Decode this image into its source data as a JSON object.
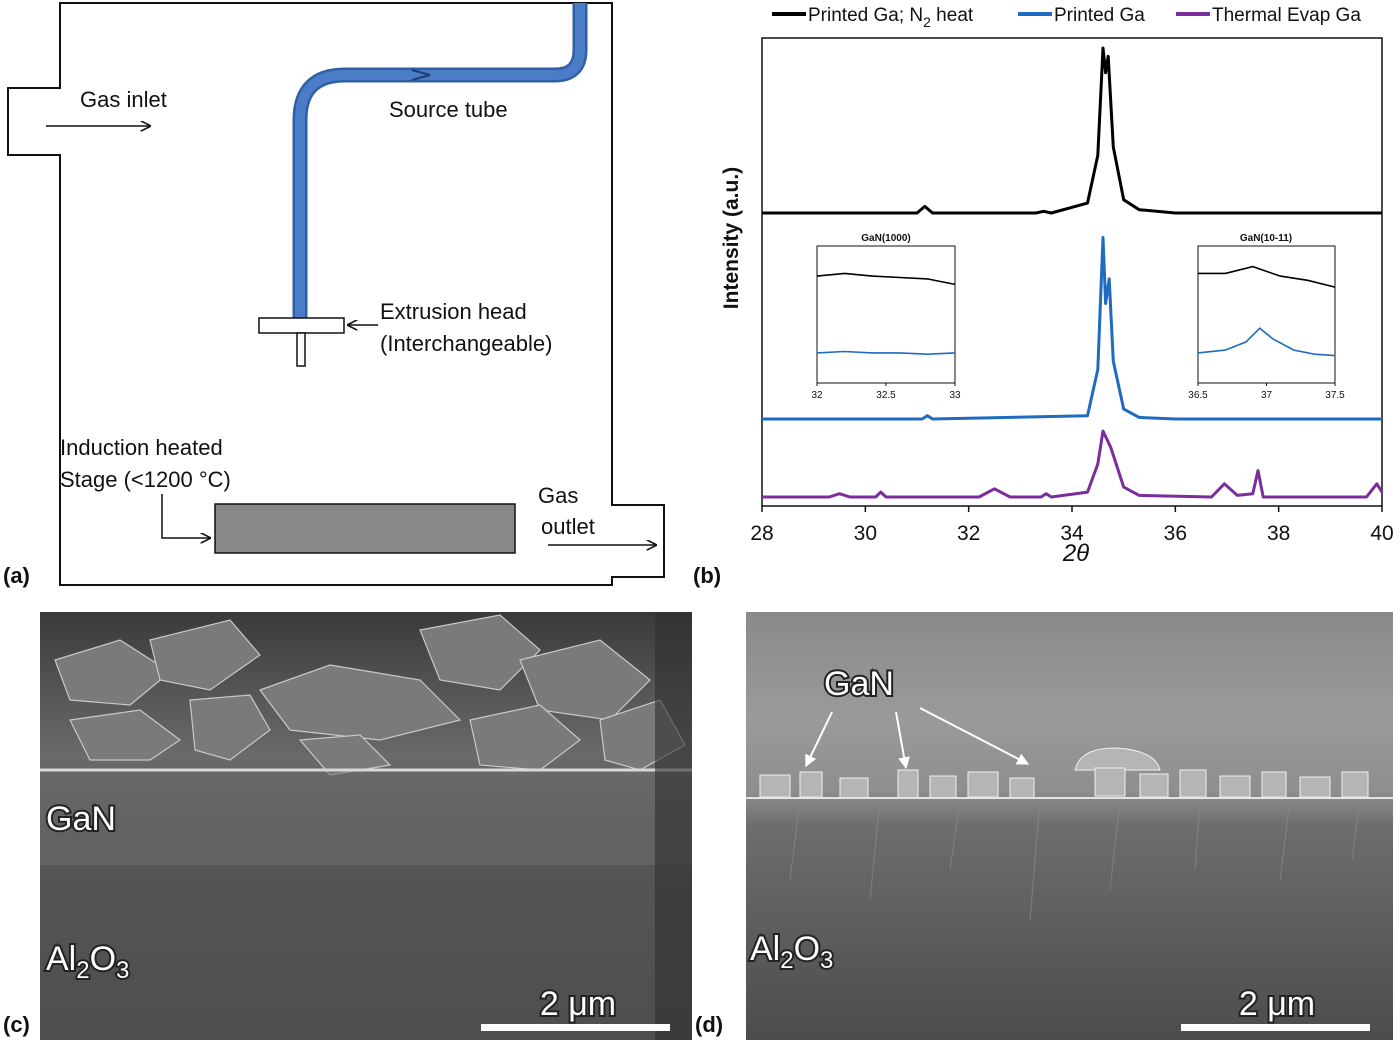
{
  "panel_labels": [
    "(a)",
    "(b)",
    "(c)",
    "(d)"
  ],
  "panel_a": {
    "gas_inlet": "Gas inlet",
    "source_tube": "Source tube",
    "extrusion_head_line1": "Extrusion head",
    "extrusion_head_line2": "(Interchangeable)",
    "induction_line1": "Induction heated",
    "induction_line2": "Stage (<1200 °C)",
    "gas_outlet_line1": "Gas",
    "gas_outlet_line2": "outlet",
    "colors": {
      "tube": "#4a7cc7",
      "stage": "#888888"
    }
  },
  "panel_c": {
    "layer_top": "GaN",
    "layer_bottom_base": "Al",
    "layer_bottom_sub1": "2",
    "layer_bottom_mid": "O",
    "layer_bottom_sub2": "3",
    "scale_label": "2 μm"
  },
  "panel_d": {
    "callout": "GaN",
    "layer_bottom_base": "Al",
    "layer_bottom_sub1": "2",
    "layer_bottom_mid": "O",
    "layer_bottom_sub2": "3",
    "scale_label": "2 μm"
  },
  "chart_data": [
    {
      "type": "line",
      "xlabel": "2θ",
      "ylabel": "Intensity (a.u.)",
      "xlim": [
        28,
        40
      ],
      "xticks": [
        "28",
        "30",
        "32",
        "34",
        "36",
        "38",
        "40"
      ],
      "legend": "top",
      "series": [
        {
          "name": "Printed Ga; N2 heat",
          "name_base": "Printed Ga; N",
          "name_sub": "2",
          "name_tail": " heat",
          "color": "#000000",
          "offset": 2.0,
          "x": [
            28,
            31.0,
            31.15,
            31.3,
            33.3,
            33.45,
            33.6,
            34.3,
            34.5,
            34.6,
            34.65,
            34.7,
            34.8,
            35.0,
            35.3,
            36,
            38,
            40
          ],
          "y": [
            0,
            0,
            0.04,
            0,
            0,
            0.01,
            0,
            0.06,
            0.35,
            1.0,
            0.85,
            0.95,
            0.4,
            0.08,
            0.02,
            0,
            0,
            0
          ]
        },
        {
          "name": "Printed Ga",
          "color": "#1f6bbf",
          "offset": 1.0,
          "x": [
            28,
            31.1,
            31.2,
            31.3,
            34.3,
            34.5,
            34.6,
            34.65,
            34.72,
            34.8,
            35.0,
            35.3,
            36,
            40
          ],
          "y": [
            0,
            0,
            0.02,
            0,
            0.02,
            0.3,
            1.1,
            0.7,
            0.85,
            0.35,
            0.06,
            0.01,
            0,
            0
          ]
        },
        {
          "name": "Thermal Evap Ga",
          "color": "#7b2d9c",
          "offset": 0.0,
          "x": [
            28,
            29.3,
            29.5,
            29.7,
            30.2,
            30.3,
            30.4,
            32.2,
            32.5,
            32.8,
            33.4,
            33.5,
            33.6,
            34.3,
            34.5,
            34.6,
            34.75,
            35.0,
            35.3,
            36.7,
            36.95,
            37.2,
            37.5,
            37.6,
            37.7,
            39.7,
            39.9,
            40
          ],
          "y": [
            0,
            0,
            0.02,
            0,
            0,
            0.03,
            0,
            0,
            0.05,
            0,
            0,
            0.02,
            0,
            0.03,
            0.2,
            0.4,
            0.3,
            0.06,
            0.01,
            0,
            0.08,
            0.01,
            0.02,
            0.16,
            0,
            0,
            0.08,
            0.03
          ]
        }
      ]
    },
    {
      "type": "line",
      "title": "GaN(1000)",
      "xlim": [
        32,
        33
      ],
      "xticks": [
        "32",
        "32.5",
        "33"
      ],
      "series": [
        {
          "name": "Printed Ga; N2 heat",
          "color": "#000000",
          "x": [
            32,
            32.2,
            32.4,
            32.6,
            32.8,
            33
          ],
          "y": [
            0.78,
            0.8,
            0.78,
            0.77,
            0.76,
            0.72
          ]
        },
        {
          "name": "Printed Ga",
          "color": "#1f6bbf",
          "x": [
            32,
            32.2,
            32.4,
            32.6,
            32.8,
            33
          ],
          "y": [
            0.22,
            0.23,
            0.22,
            0.22,
            0.21,
            0.22
          ]
        }
      ]
    },
    {
      "type": "line",
      "title": "GaN(10-11)",
      "xlim": [
        36.5,
        37.5
      ],
      "xticks": [
        "36.5",
        "37",
        "37.5"
      ],
      "series": [
        {
          "name": "Printed Ga; N2 heat",
          "color": "#000000",
          "x": [
            36.5,
            36.7,
            36.9,
            37.1,
            37.3,
            37.5
          ],
          "y": [
            0.8,
            0.8,
            0.85,
            0.78,
            0.75,
            0.7
          ]
        },
        {
          "name": "Printed Ga",
          "color": "#1f6bbf",
          "x": [
            36.5,
            36.7,
            36.85,
            36.95,
            37.05,
            37.2,
            37.35,
            37.5
          ],
          "y": [
            0.22,
            0.24,
            0.3,
            0.4,
            0.32,
            0.24,
            0.21,
            0.2
          ]
        }
      ]
    }
  ]
}
